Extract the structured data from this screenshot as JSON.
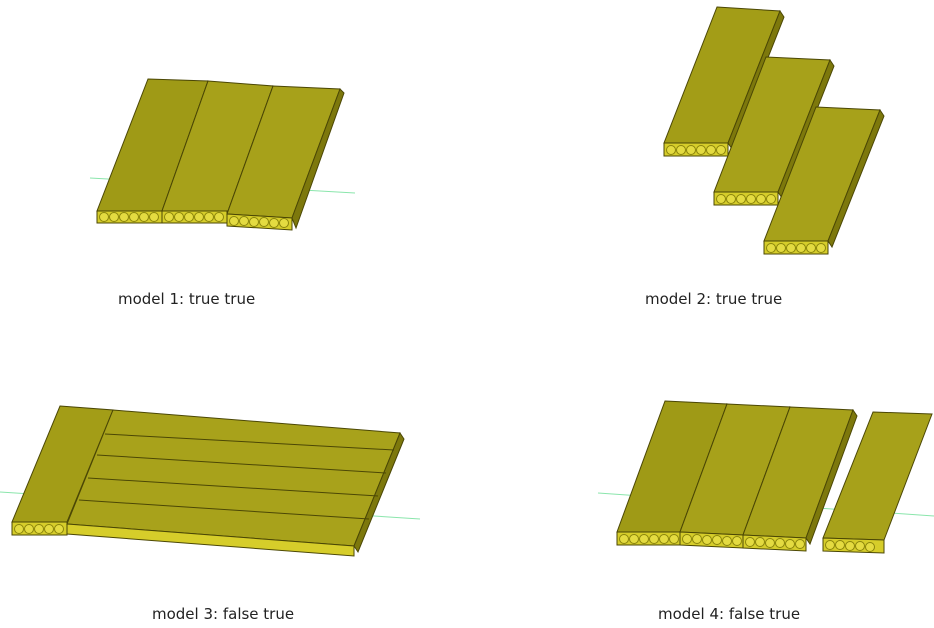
{
  "captions": {
    "model1": "model 1: true true",
    "model2": "model 2: true true",
    "model3": "model 3: false true",
    "model4": "model 4: false true"
  },
  "colors": {
    "slab_top": "#9f9a16",
    "slab_top_light": "#b3ad1e",
    "slab_side": "#7d780c",
    "slab_edge": "#4b4705",
    "slab_front": "#d6cd2a",
    "core_hole": "#e4db41",
    "axis_line": "#7ee3a3"
  }
}
